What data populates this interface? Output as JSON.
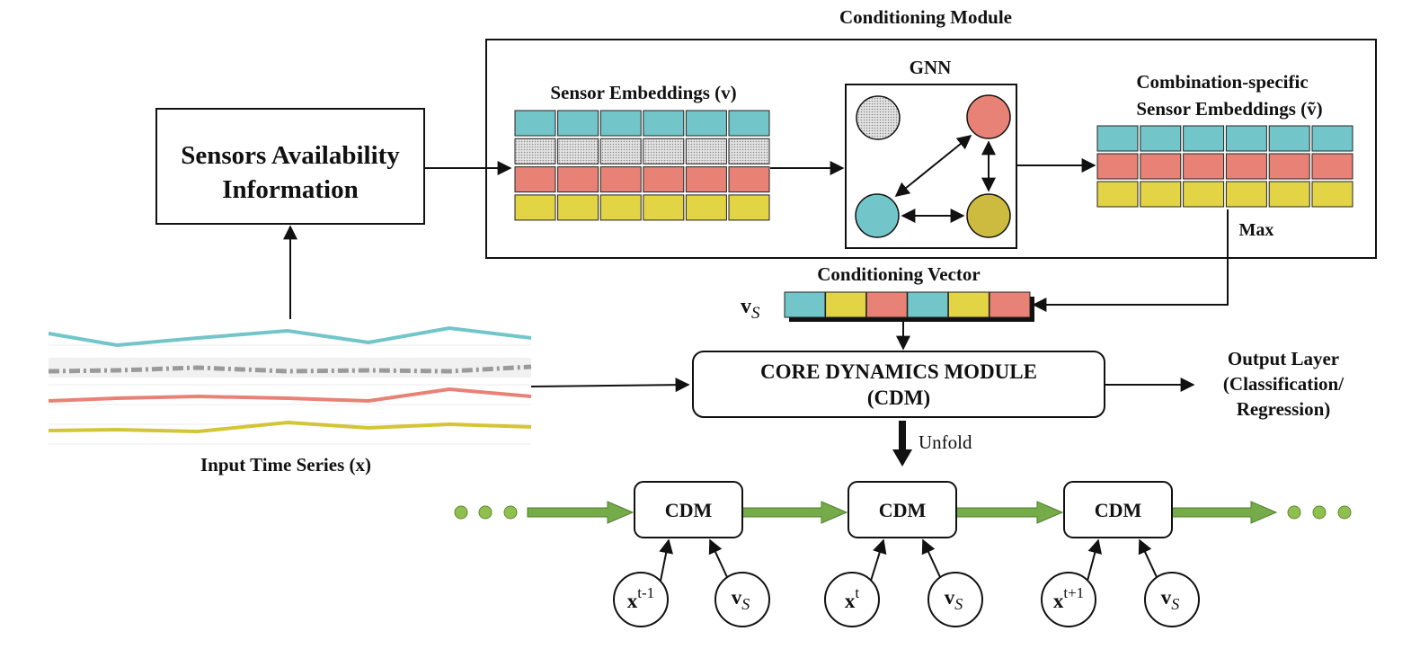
{
  "labels": {
    "conditioning_module": "Conditioning Module",
    "sensor_embeddings": "Sensor Embeddings (v)",
    "gnn": "GNN",
    "combination_line1": "Combination-specific",
    "combination_line2": "Sensor Embeddings (",
    "combination_symbol": "ṽ",
    "combination_close": ")",
    "max": "Max",
    "conditioning_vector": "Conditioning Vector",
    "vs_bold": "v",
    "vs_sub": "S",
    "sensors_line1": "Sensors Availability",
    "sensors_line2": "Information",
    "input_series": "Input Time Series (x)",
    "cdm_line1": "CORE DYNAMICS MODULE",
    "cdm_line2": "(CDM)",
    "output_line1": "Output Layer",
    "output_line2": "(Classification/",
    "output_line3": "Regression)",
    "unfold": "Unfold",
    "cdm_small": "CDM",
    "x_bold": "x",
    "sup_prev": "t-1",
    "sup_cur": "t",
    "sup_next": "t+1"
  },
  "colors": {
    "teal": "#72c5c8",
    "gray": "#cdcdcd",
    "red": "#e88276",
    "yellow": "#e3d446",
    "olive": "#cdbb3f",
    "green_arrow": "#76ab49",
    "green_dot": "#8fc04f"
  },
  "embedding_rows": [
    "teal",
    "gray",
    "red",
    "yellow"
  ],
  "combination_rows": [
    "teal",
    "red",
    "yellow"
  ],
  "conditioning_vector_cells": [
    "teal",
    "yellow",
    "red",
    "teal",
    "yellow",
    "red"
  ]
}
